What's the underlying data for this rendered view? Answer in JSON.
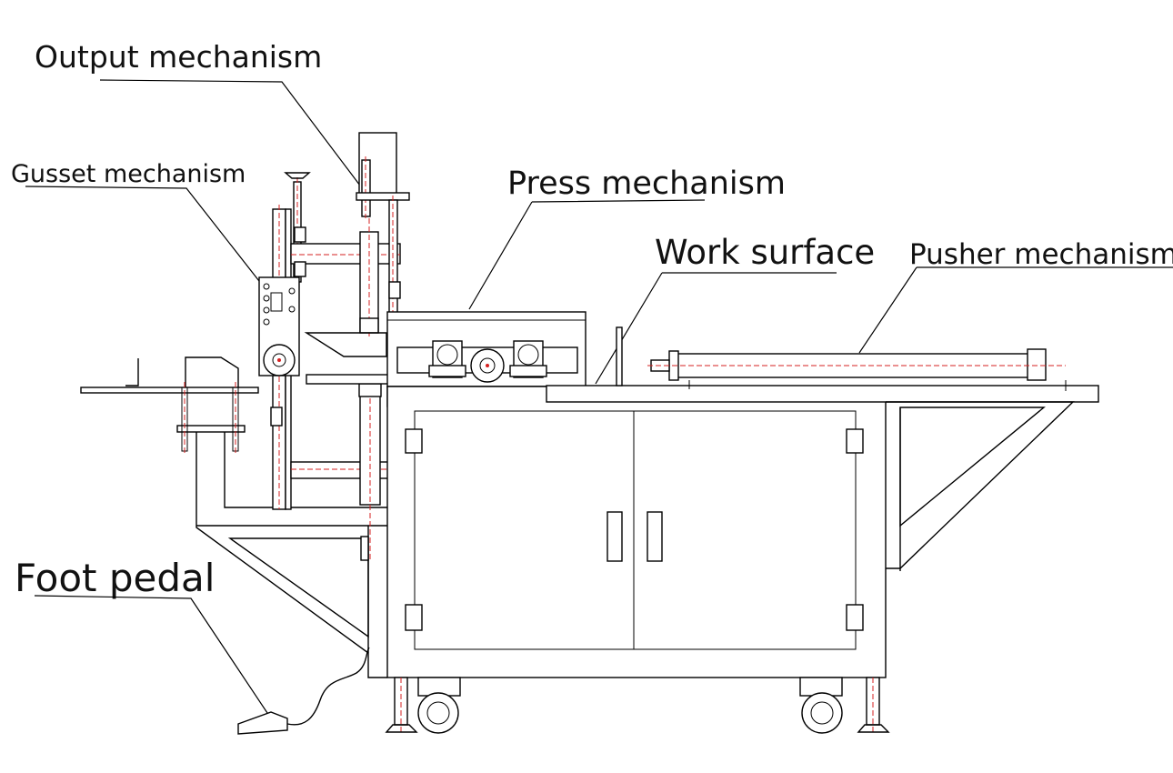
{
  "labels": {
    "output": "Output mechanism",
    "gusset": "Gusset mechanism",
    "press": "Press mechanism",
    "work_surface": "Work surface",
    "pusher": "Pusher mechanism",
    "foot_pedal": "Foot pedal"
  },
  "colors": {
    "line": "#000000",
    "centerline": "#d62020",
    "background": "#ffffff"
  }
}
